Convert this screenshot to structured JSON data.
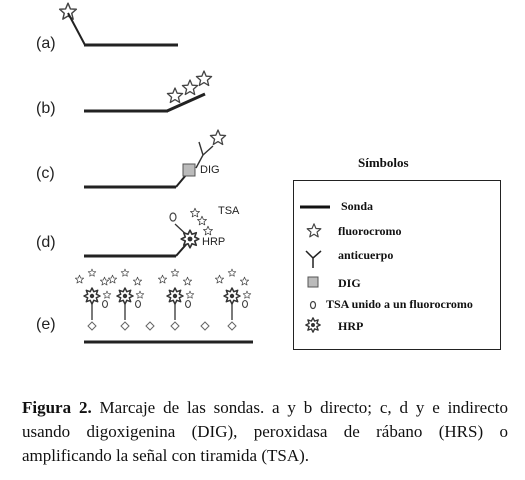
{
  "rows": {
    "a": "(a)",
    "b": "(b)",
    "c": "(c)",
    "d": "(d)",
    "e": "(e)"
  },
  "labels": {
    "dig": "DIG",
    "tsa": "TSA",
    "hrp": "HRP"
  },
  "legend": {
    "title": "Símbolos",
    "items": [
      {
        "symbol": "line-icon",
        "text": "Sonda"
      },
      {
        "symbol": "star-icon",
        "text": "fluorocromo"
      },
      {
        "symbol": "antibody-icon",
        "text": "anticuerpo"
      },
      {
        "symbol": "square-icon",
        "text": "DIG"
      },
      {
        "symbol": "circle-icon",
        "text": "TSA unido a un fluorocromo"
      },
      {
        "symbol": "hrp-icon",
        "text": "HRP"
      }
    ]
  },
  "caption": {
    "label": "Figura 2.",
    "text": "Marcaje de las sondas. a y b directo; c, d y e indirecto usando digoxigenina (DIG), peroxidasa de rábano (HRS) o amplificando la señal con tiramida (TSA)."
  }
}
